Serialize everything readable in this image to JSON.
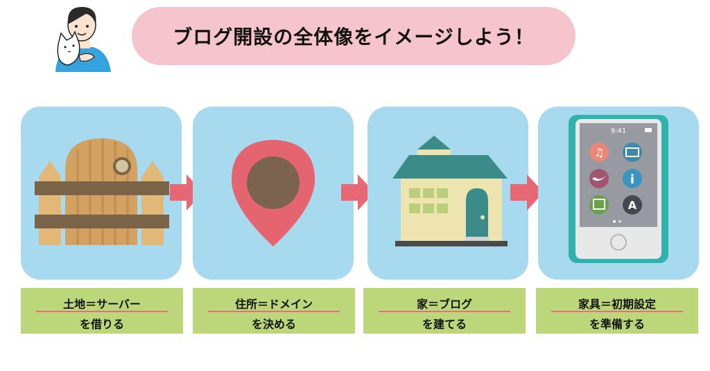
{
  "title": "ブログ開設の全体像をイメージしよう！",
  "colors": {
    "pill": "#f6c4cc",
    "card": "#a7d9ef",
    "label": "#bcd77a",
    "arrow": "#e86775",
    "underline": "#e66f7e"
  },
  "steps": [
    {
      "icon": "fence-gate-icon",
      "line1": "土地＝サーバー",
      "line2": "を借りる"
    },
    {
      "icon": "map-pin-icon",
      "line1": "住所＝ドメイン",
      "line2": "を決める"
    },
    {
      "icon": "house-icon",
      "line1": "家＝ブログ",
      "line2": "を建てる"
    },
    {
      "icon": "tablet-icon",
      "line1": "家具＝初期設定",
      "line2": "を準備する",
      "status_time": "9:41"
    }
  ]
}
